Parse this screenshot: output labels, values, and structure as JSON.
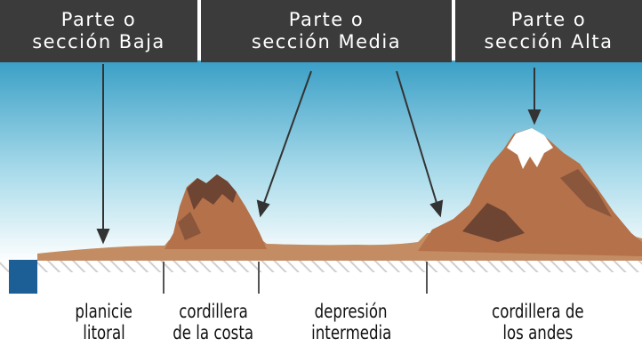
{
  "colors": {
    "header_bg": "#3b3b3b",
    "header_text": "#ffffff",
    "sky_top": "#3a9fc6",
    "sky_bottom": "#ffffff",
    "mountain": "#b4714a",
    "mountain_shadow": "#6e4433",
    "snow": "#ffffff",
    "sea": "#1b5f96",
    "ground": "#c79a74"
  },
  "headers": [
    {
      "line1": "Parte o",
      "line2": "sección Baja"
    },
    {
      "line1": "Parte o",
      "line2": "sección Media"
    },
    {
      "line1": "Parte o",
      "line2": "sección Alta"
    }
  ],
  "labels": [
    {
      "line1": "planicie",
      "line2": "litoral"
    },
    {
      "line1": "cordillera",
      "line2": "de la costa"
    },
    {
      "line1": "depresión",
      "line2": "intermedia"
    },
    {
      "line1": "cordillera de",
      "line2": "los andes"
    }
  ]
}
